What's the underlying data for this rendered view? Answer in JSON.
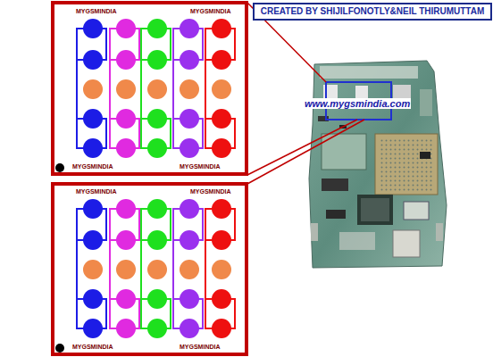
{
  "diagram": {
    "title": "CREATED BY SHIJILFONOTLY&NEIL THIRUMUTTAM",
    "labels": [
      "MYGSMINDIA",
      "MYGSMINDIA",
      "MYGSMINDIA",
      "MYGSMINDIA",
      "MYGSMINDIA",
      "MYGSMINDIA",
      "MYGSMINDIA",
      "MYGSMINDIA",
      "www.mygsmindia.com"
    ]
  }
}
